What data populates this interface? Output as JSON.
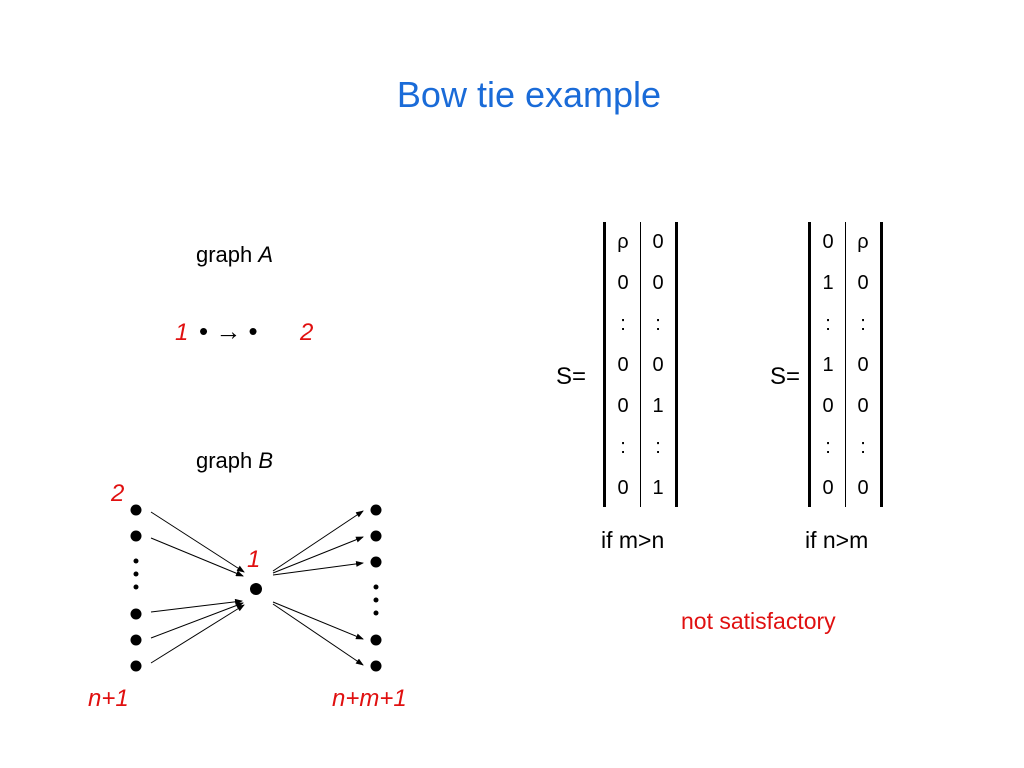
{
  "title": "Bow tie example",
  "graph_a": {
    "label_prefix": "graph ",
    "label_var": "A",
    "node1": "1",
    "node2": "2",
    "connector": "• → •"
  },
  "graph_b": {
    "label_prefix": "graph ",
    "label_var": "B",
    "top_left_label": "2",
    "center_label": "1",
    "bottom_left_label": "n+1",
    "bottom_right_label": "n+m+1"
  },
  "matrix1": {
    "prefix": "S=",
    "col1": [
      "ρ",
      "0",
      ":",
      "0",
      "0",
      ":",
      "0"
    ],
    "col2": [
      "0",
      "0",
      ":",
      "0",
      "1",
      ":",
      "1"
    ],
    "condition": "if m>n"
  },
  "matrix2": {
    "prefix": "S=",
    "col1": [
      "0",
      "1",
      ":",
      "1",
      "0",
      ":",
      "0"
    ],
    "col2": [
      "ρ",
      "0",
      ":",
      "0",
      "0",
      ":",
      "0"
    ],
    "condition": "if n>m"
  },
  "verdict": "not satisfactory",
  "colors": {
    "title": "#1a6bd8",
    "accent": "#e01010"
  }
}
